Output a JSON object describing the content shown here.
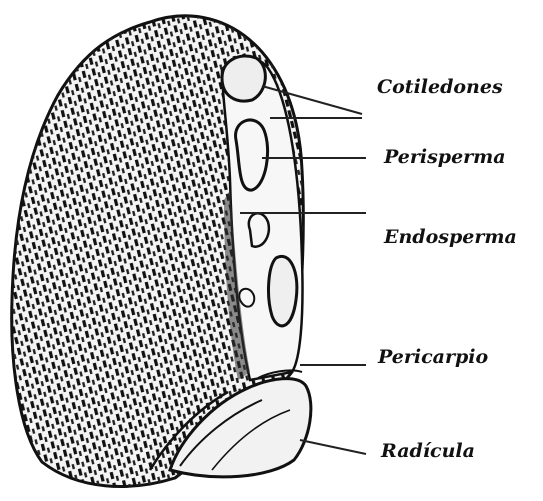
{
  "labels": {
    "cotiledones": "Cotiledones",
    "perisperma": "Perisperma",
    "endosperma": "Endosperma",
    "pericarpio": "Pericarpio",
    "radicula": "Radícula"
  },
  "colors": {
    "ink": "#111111",
    "background": "#ffffff"
  }
}
